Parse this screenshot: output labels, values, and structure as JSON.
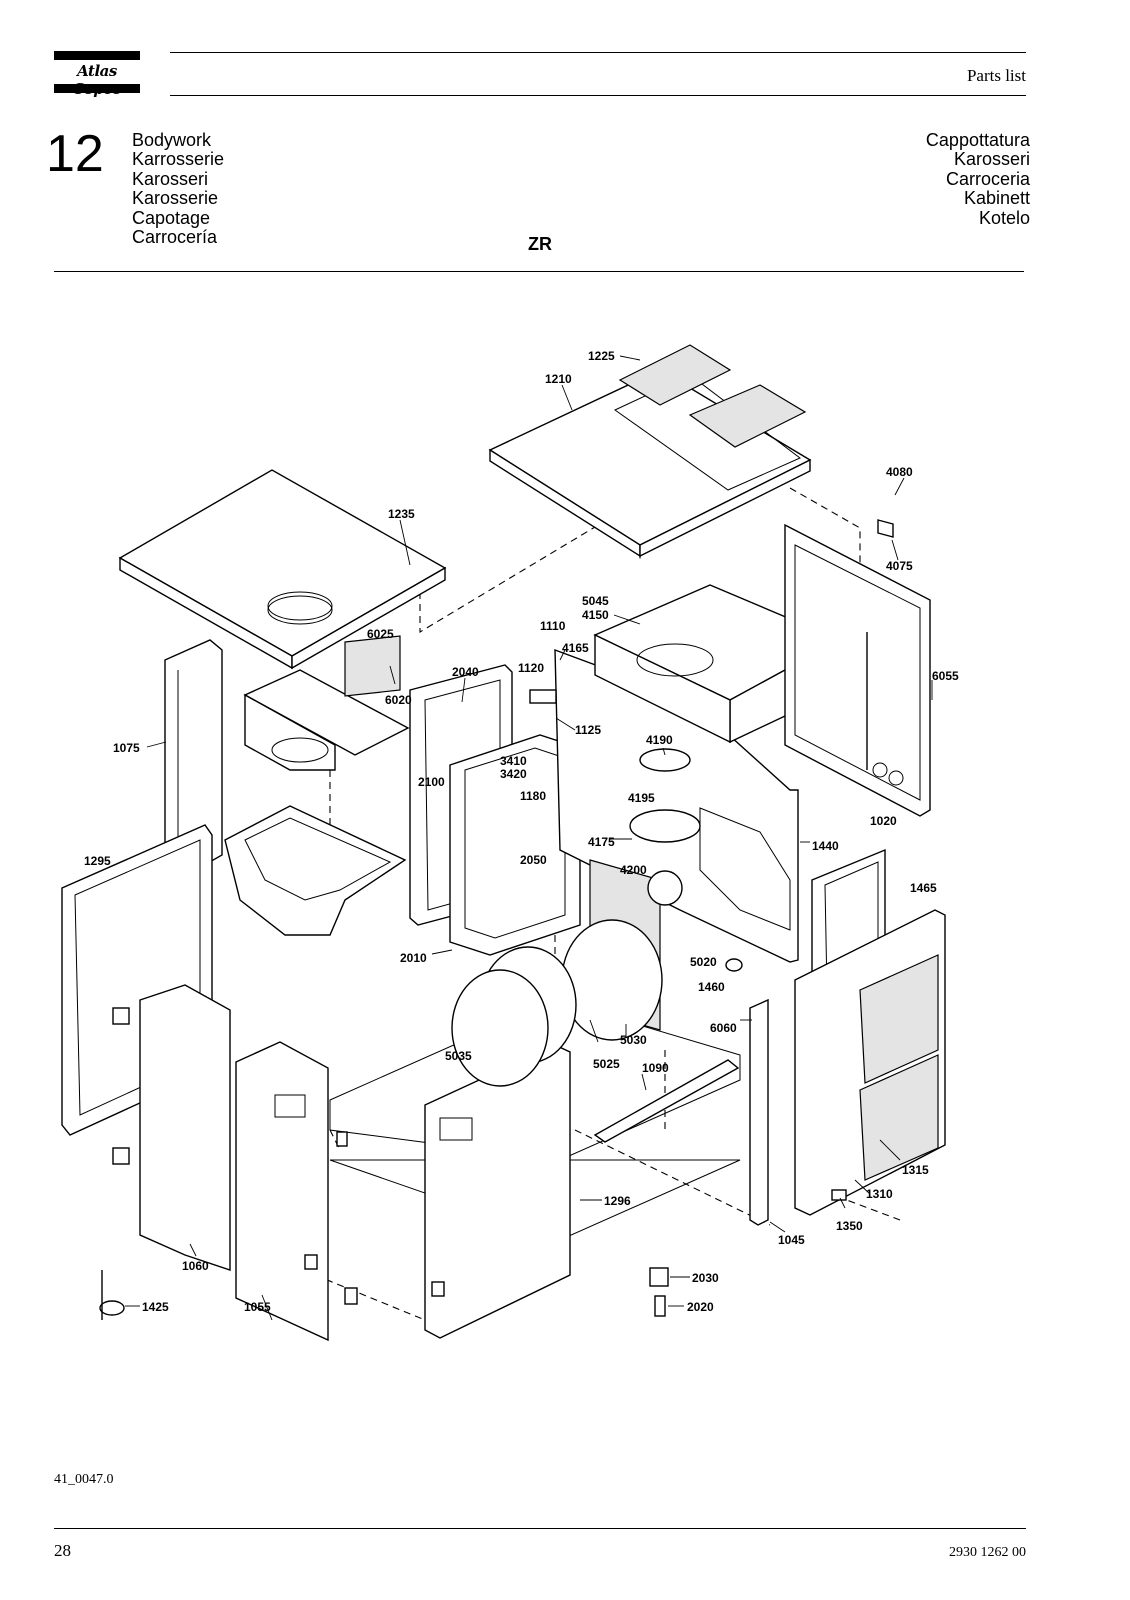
{
  "header": {
    "brand": "Atlas Copco",
    "label": "Parts list"
  },
  "section": {
    "number": "12",
    "titles_left": [
      "Bodywork",
      "Karrosserie",
      "Karosseri",
      "Karosserie",
      "Capotage",
      "Carrocería"
    ],
    "titles_right": [
      "Cappottatura",
      "Karosseri",
      "Carroceria",
      "Kabinett",
      "Kotelo"
    ],
    "model": "ZR"
  },
  "diagram": {
    "part_labels": [
      "1225",
      "1210",
      "1235",
      "4080",
      "4075",
      "6025",
      "6020",
      "5045",
      "4150",
      "1110",
      "4165",
      "2040",
      "1120",
      "6055",
      "1075",
      "1125",
      "4190",
      "3410",
      "3420",
      "2100",
      "1180",
      "4195",
      "1020",
      "4175",
      "1440",
      "1295",
      "2050",
      "4200",
      "1465",
      "2010",
      "5020",
      "1460",
      "6060",
      "5035",
      "5030",
      "5025",
      "1090",
      "1296",
      "1315",
      "1310",
      "1350",
      "1045",
      "1060",
      "1425",
      "1055",
      "2030",
      "2020"
    ]
  },
  "footer": {
    "figure_id": "41_0047.0",
    "page_number": "28",
    "document_number": "2930 1262 00"
  }
}
